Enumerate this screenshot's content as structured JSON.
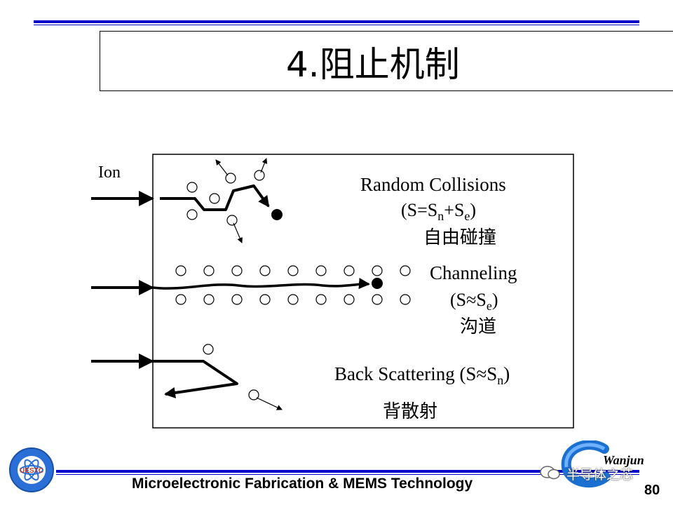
{
  "slide": {
    "title": "4.阻止机制",
    "footer": "Microelectronic Fabrication & MEMS Technology",
    "page_number": "80",
    "watermark": "半导体之芯",
    "logo_right_text": "Wanjun",
    "logo_left_text": "UESTC"
  },
  "diagram": {
    "ion_label": "Ion",
    "random": {
      "title": "Random Collisions",
      "formula_open": "(S=S",
      "sub1": "n",
      "plus": "+S",
      "sub2": "e",
      "close": ")",
      "chinese": "自由碰撞"
    },
    "channeling": {
      "title": "Channeling",
      "formula_open": "(S≈S",
      "sub1": "e",
      "close": ")",
      "chinese": "沟道"
    },
    "back": {
      "title": "Back Scattering (S≈S",
      "sub1": "n",
      "close": ")",
      "chinese": "背散射"
    }
  },
  "colors": {
    "rule": "#0000cc",
    "text": "#000000"
  }
}
